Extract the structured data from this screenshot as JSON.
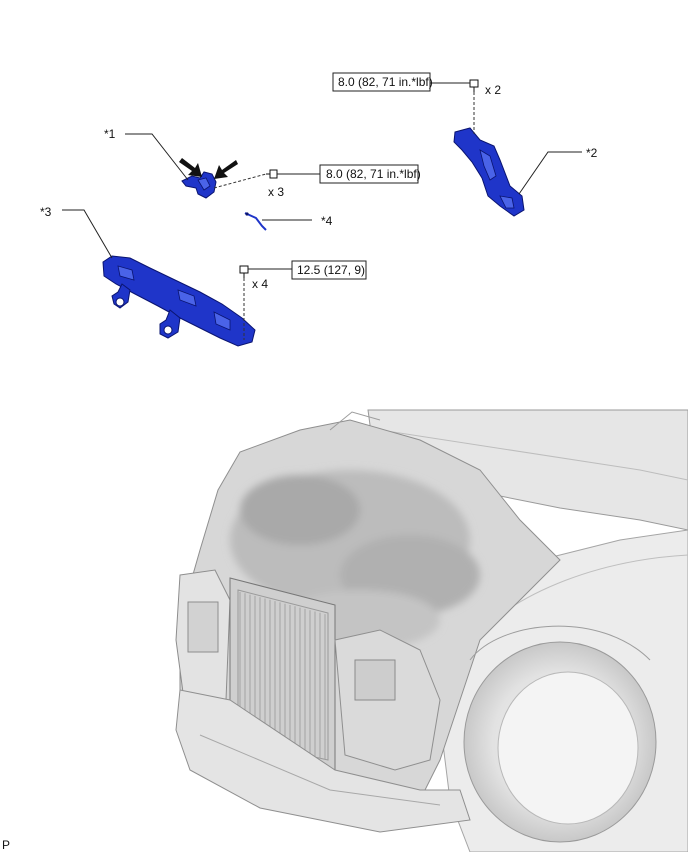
{
  "callouts": {
    "c1": "*1",
    "c2": "*2",
    "c3": "*3",
    "c4": "*4"
  },
  "torque": {
    "t1": "8.0 (82, 71 in.*lbf)",
    "t2": "8.0 (82, 71 in.*lbf)",
    "t3": "12.5 (127, 9)"
  },
  "quantities": {
    "q1": "x 2",
    "q2": "x 3",
    "q3": "x 4"
  },
  "footer": {
    "code": "P"
  },
  "colors": {
    "part": "#1f35c9",
    "part_light": "#4a63e8"
  }
}
